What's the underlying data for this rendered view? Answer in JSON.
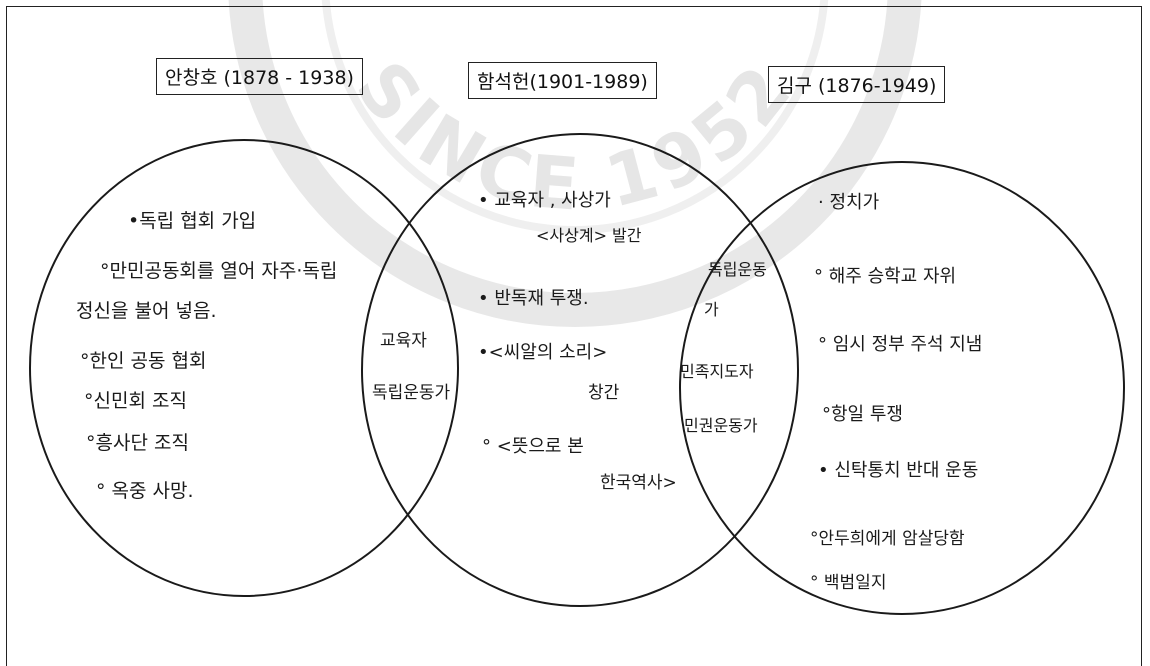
{
  "watermark_text": "SINCE 1952",
  "people": {
    "left": {
      "title": "안창호 (1878 - 1938)",
      "items": [
        "•독립 협회 가입",
        "°만민공동회를 열어 자주·독립",
        "정신을 불어 넣음.",
        "°한인 공동 협회",
        "°신민회 조직",
        "°흥사단 조직",
        "° 옥중 사망."
      ]
    },
    "middle": {
      "title": "함석헌(1901-1989)",
      "items": [
        "• 교육자 , 사상가",
        "<사상계> 발간",
        "• 반독재 투쟁.",
        "•<씨알의 소리>",
        "창간",
        "° <뜻으로 본",
        "한국역사>"
      ]
    },
    "right": {
      "title": "김구 (1876-1949)",
      "items": [
        "· 정치가",
        "° 해주 승학교 자위",
        "° 임시 정부 주석 지냄",
        "°항일 투쟁",
        "• 신탁통치 반대 운동",
        "°안두희에게 암살당함",
        "° 백범일지"
      ]
    }
  },
  "overlaps": {
    "left_middle": [
      "교육자",
      "독립운동가"
    ],
    "middle_right": [
      "독립운동",
      "가",
      "민족지도자",
      "민권운동가"
    ]
  }
}
